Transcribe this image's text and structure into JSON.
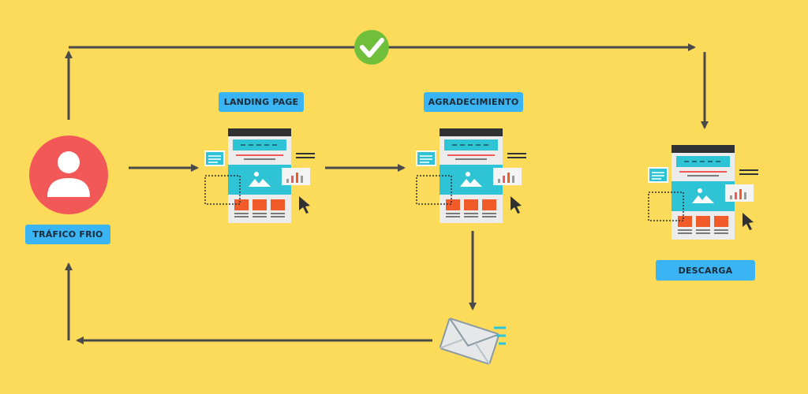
{
  "diagram": {
    "nodes": [
      {
        "id": "trafico",
        "label": "TRÁFICO FRIO",
        "type": "user",
        "color": "#F25858"
      },
      {
        "id": "landing",
        "label": "LANDING PAGE",
        "type": "webpage"
      },
      {
        "id": "agradecimiento",
        "label": "AGRADECIMIENTO",
        "type": "webpage"
      },
      {
        "id": "descarga",
        "label": "DESCARGA",
        "type": "webpage"
      },
      {
        "id": "email",
        "label": "",
        "type": "email"
      },
      {
        "id": "check",
        "label": "",
        "type": "check",
        "color": "#6FBF3A"
      }
    ],
    "edges": [
      {
        "from": "trafico",
        "to": "landing"
      },
      {
        "from": "landing",
        "to": "agradecimiento"
      },
      {
        "from": "trafico",
        "to": "descarga",
        "via": "check"
      },
      {
        "from": "agradecimiento",
        "to": "email"
      },
      {
        "from": "email",
        "to": "trafico"
      }
    ],
    "colors": {
      "background": "#FDDB5A",
      "label_bg": "#3AB4F2",
      "arrow": "#4A4A4A",
      "accent_red": "#F25858",
      "accent_teal": "#2EC4D6",
      "accent_orange": "#F15A29"
    }
  }
}
